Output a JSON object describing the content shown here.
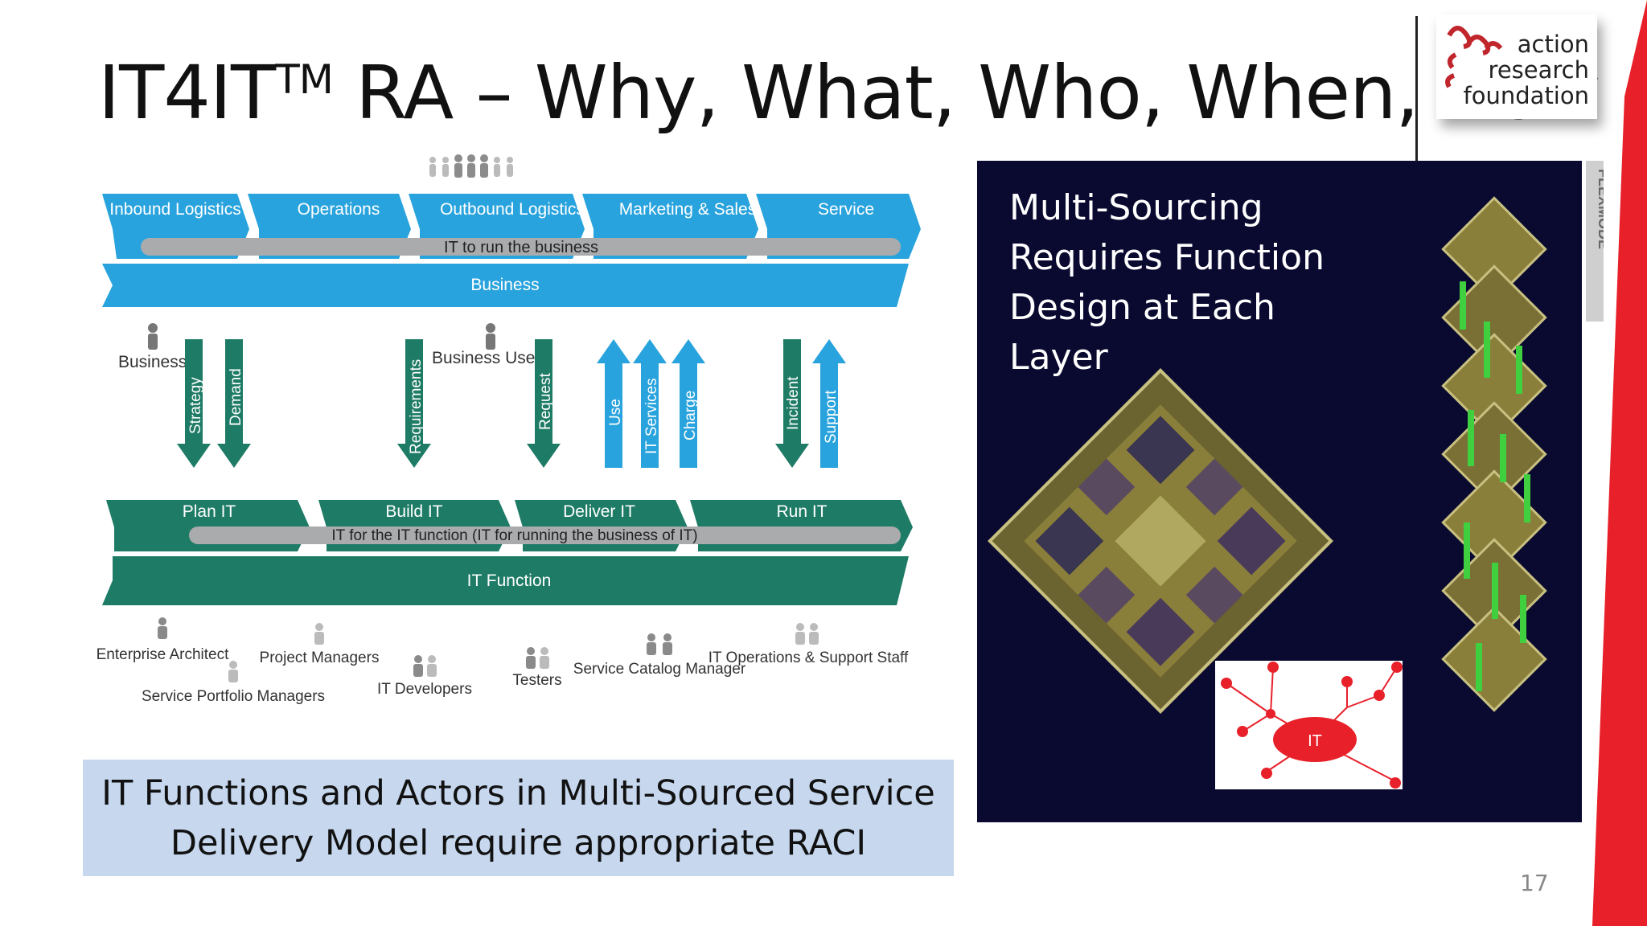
{
  "slide": {
    "title_main": "IT4IT",
    "title_sup": "TM",
    "title_rest": " RA – Why, What, Who, When, How",
    "page_number": "17"
  },
  "logo": {
    "line1": "action",
    "line2": "research",
    "line3": "foundation"
  },
  "diagram": {
    "top_chevrons": [
      "Inbound Logistics",
      "Operations",
      "Outbound Logistics",
      "Marketing & Sales",
      "Service"
    ],
    "top_bar_label": "IT to run the business",
    "business_band": "Business",
    "left_actor": "Business",
    "middle_actor": "Business Users",
    "arrows": [
      "Strategy",
      "Demand",
      "Requirements",
      "Request",
      "Use",
      "IT Services",
      "Charge",
      "Incident",
      "Support"
    ],
    "bottom_chevrons": [
      "Plan IT",
      "Build IT",
      "Deliver IT",
      "Run IT"
    ],
    "bottom_bar_label": "IT for the IT function (IT for running the business of IT)",
    "function_band": "IT Function",
    "actors": [
      "Enterprise Architect",
      "Service Portfolio Managers",
      "Project Managers",
      "IT Developers",
      "Testers",
      "Service Catalog Manager",
      "IT Operations & Support Staff"
    ]
  },
  "caption": {
    "line1": "IT Functions and Actors in Multi-Sourced Service",
    "line2": "Delivery Model require appropriate RACI"
  },
  "panel": {
    "lines": [
      "Multi-Sourcing",
      "Requires Function",
      "Design at Each",
      "Layer"
    ],
    "network_center": "IT",
    "side_label": "FLEXMODE"
  },
  "colors": {
    "blue": "#29a3dd",
    "green": "#1e7b66",
    "panel_bg": "#0a0a30",
    "caption_bg": "#c6d7ee",
    "red": "#e8202a"
  }
}
